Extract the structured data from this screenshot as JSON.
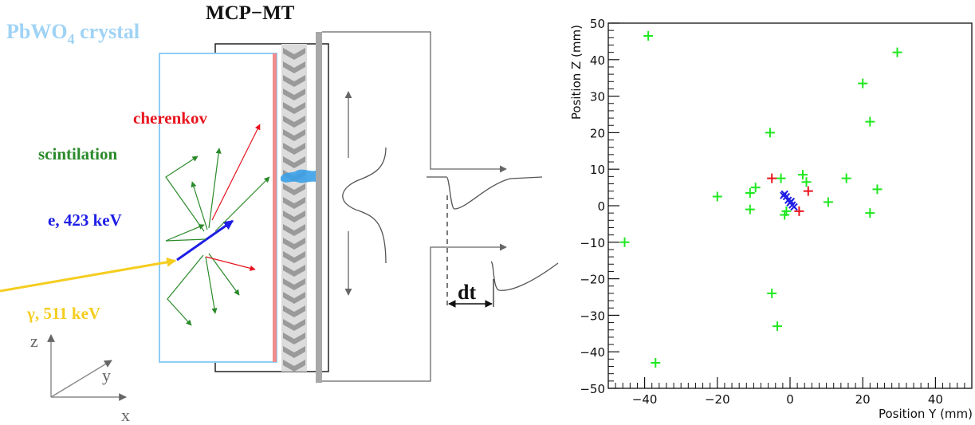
{
  "diagram": {
    "crystal_label": "PbWO",
    "crystal_label_sub": "4",
    "crystal_label_rest": " crystal",
    "detector_label": "MCP−MT",
    "cherenkov_label": "cherenkov",
    "scintillation_label": "scintilation",
    "electron_label": "e, 423 keV",
    "gamma_label": "γ, 511 keV",
    "dt_label": "dt",
    "axis_z": "z",
    "axis_y": "y",
    "axis_x": "x",
    "colors": {
      "crystal": "#9fd3f5",
      "cherenkov": "#e8141e",
      "scintillation": "#2a8a2a",
      "electron": "#1e1ee6",
      "gamma": "#f5cd1f",
      "blob": "#3aa0e8"
    }
  },
  "chart_data": {
    "type": "scatter",
    "xlabel": "Position Y (mm)",
    "ylabel": "Position Z (mm)",
    "xlim": [
      -50,
      50
    ],
    "ylim": [
      -50,
      50
    ],
    "xticks": [
      -40,
      -20,
      0,
      20,
      40
    ],
    "yticks": [
      50,
      40,
      30,
      20,
      10,
      0,
      -10,
      -20,
      -30,
      -40,
      -50
    ],
    "xtick_labels": [
      "−40",
      "−20",
      "0",
      "20",
      "40"
    ],
    "ytick_labels": [
      "50",
      "40",
      "30",
      "20",
      "10",
      "0",
      "−10",
      "−20",
      "−30",
      "−40",
      "−50"
    ],
    "grid": false,
    "series": [
      {
        "color": "#1fe81f",
        "marker": "plus",
        "points": [
          [
            -39,
            46.5
          ],
          [
            29.5,
            42
          ],
          [
            20,
            33.5
          ],
          [
            22,
            23
          ],
          [
            -5.5,
            20
          ],
          [
            -20,
            2.5
          ],
          [
            -11,
            3.5
          ],
          [
            -9.5,
            5
          ],
          [
            -11,
            -1
          ],
          [
            -45.5,
            -10
          ],
          [
            -2.5,
            7.5
          ],
          [
            3.5,
            8.5
          ],
          [
            4.5,
            6.5
          ],
          [
            15.5,
            7.5
          ],
          [
            10.5,
            1
          ],
          [
            24,
            4.5
          ],
          [
            22,
            -2
          ],
          [
            -1.5,
            -2.5
          ],
          [
            -1,
            -1.5
          ],
          [
            -5,
            -24
          ],
          [
            -3.5,
            -33
          ],
          [
            -37,
            -43
          ]
        ]
      },
      {
        "color": "#e8141e",
        "marker": "plus",
        "points": [
          [
            -5,
            7.5
          ],
          [
            5,
            4
          ],
          [
            2.5,
            -1.5
          ]
        ]
      },
      {
        "color": "#1e1ee6",
        "marker": "cross",
        "points": [
          [
            -1.5,
            3.2
          ],
          [
            -1,
            2.5
          ],
          [
            -0.5,
            1.5
          ],
          [
            0,
            0.8
          ],
          [
            0.6,
            0.2
          ],
          [
            1.1,
            -0.3
          ],
          [
            -1.8,
            2.8
          ],
          [
            0.3,
            1.2
          ]
        ]
      }
    ]
  }
}
